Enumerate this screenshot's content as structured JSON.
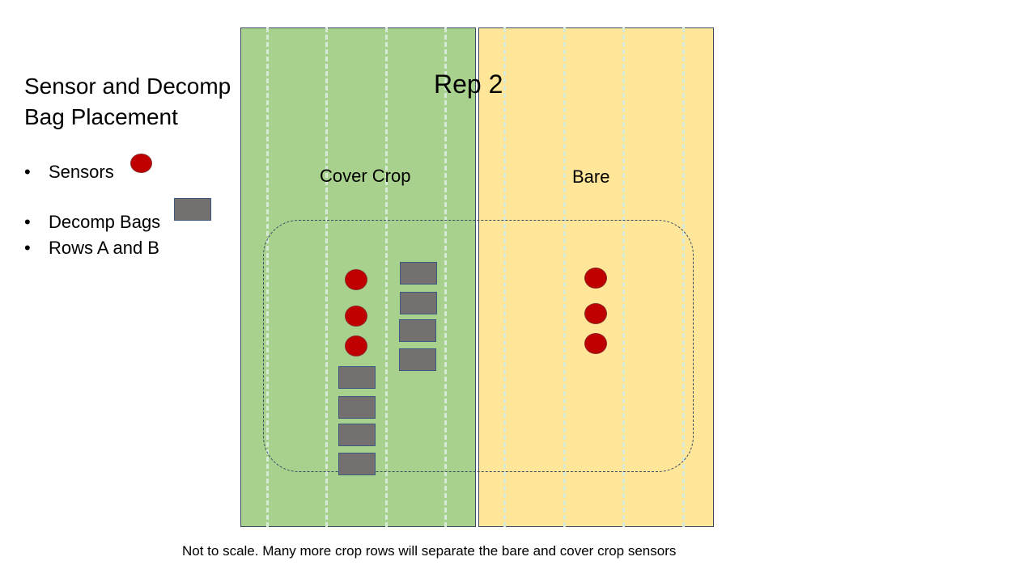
{
  "title": {
    "line1": "Sensor and Decomp",
    "line2": "Bag Placement"
  },
  "legend": {
    "items": [
      {
        "label": "Sensors",
        "symbol": "red-circle"
      },
      {
        "label": "Decomp Bags",
        "symbol": "gray-rectangle"
      },
      {
        "label": "Rows A and B"
      }
    ]
  },
  "rep_label": "Rep 2",
  "plots": {
    "cover": {
      "label": "Cover Crop",
      "color": "#a9d18e"
    },
    "bare": {
      "label": "Bare",
      "color": "#ffe699"
    }
  },
  "colors": {
    "sensor": "#c00000",
    "bag": "#757070",
    "crop_row": "#d6ead7"
  },
  "note": "Not to scale. Many more crop rows will separate the bare and cover crop sensors"
}
